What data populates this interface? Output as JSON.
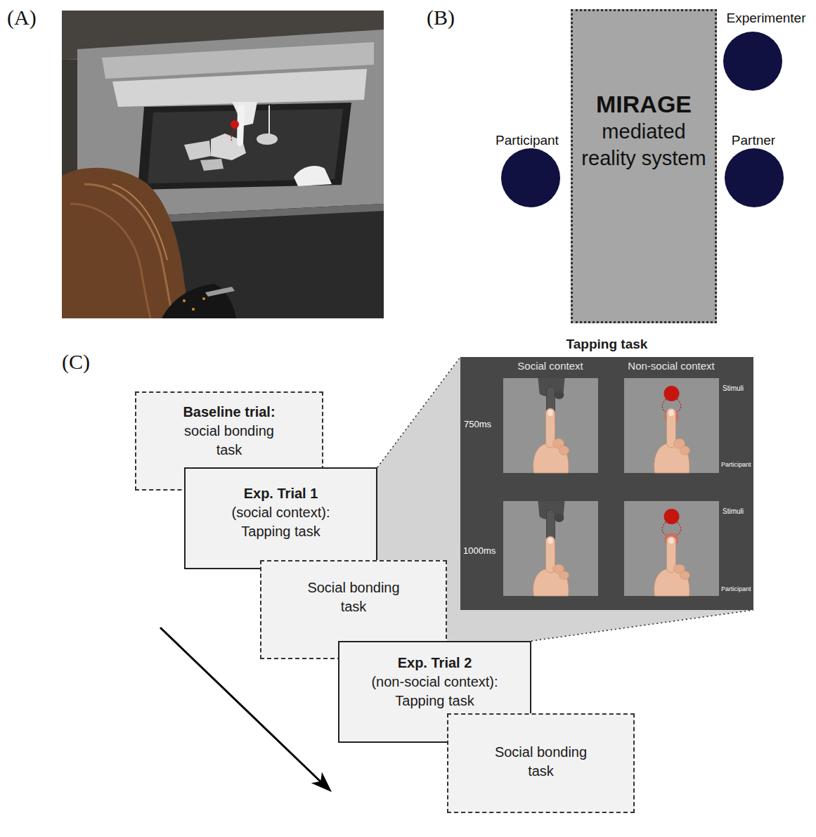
{
  "diagram": {
    "nodes": [
      {
        "text": [
          "Participant"
        ]
      },
      {
        "text": [
          "MIRAGE",
          "mediated reality system"
        ]
      },
      {
        "text": [
          "Experimenter"
        ]
      },
      {
        "text": [
          "Partner"
        ]
      },
      {
        "text": [
          "Baseline trial:",
          "social bonding task"
        ]
      },
      {
        "text": [
          "Exp. Trial 1",
          "(social context): Tapping task"
        ]
      },
      {
        "text": [
          "Social bonding task"
        ]
      },
      {
        "text": [
          "Exp. Trial 2",
          "(non-social context): Tapping task"
        ]
      },
      {
        "text": [
          "Social bonding task"
        ]
      },
      {
        "text": [
          "Tapping task"
        ]
      }
    ],
    "edges": [
      {
        "from": 5,
        "to": 9,
        "arrow": "none"
      },
      {
        "from": 7,
        "to": 9,
        "arrow": "none"
      }
    ],
    "labels": [
      "(A)",
      "(B)",
      "(C)",
      "Social context",
      "Non-social context",
      "750ms",
      "1000ms",
      "Stimuli",
      "Participant",
      "Stimuli",
      "Participant"
    ]
  }
}
